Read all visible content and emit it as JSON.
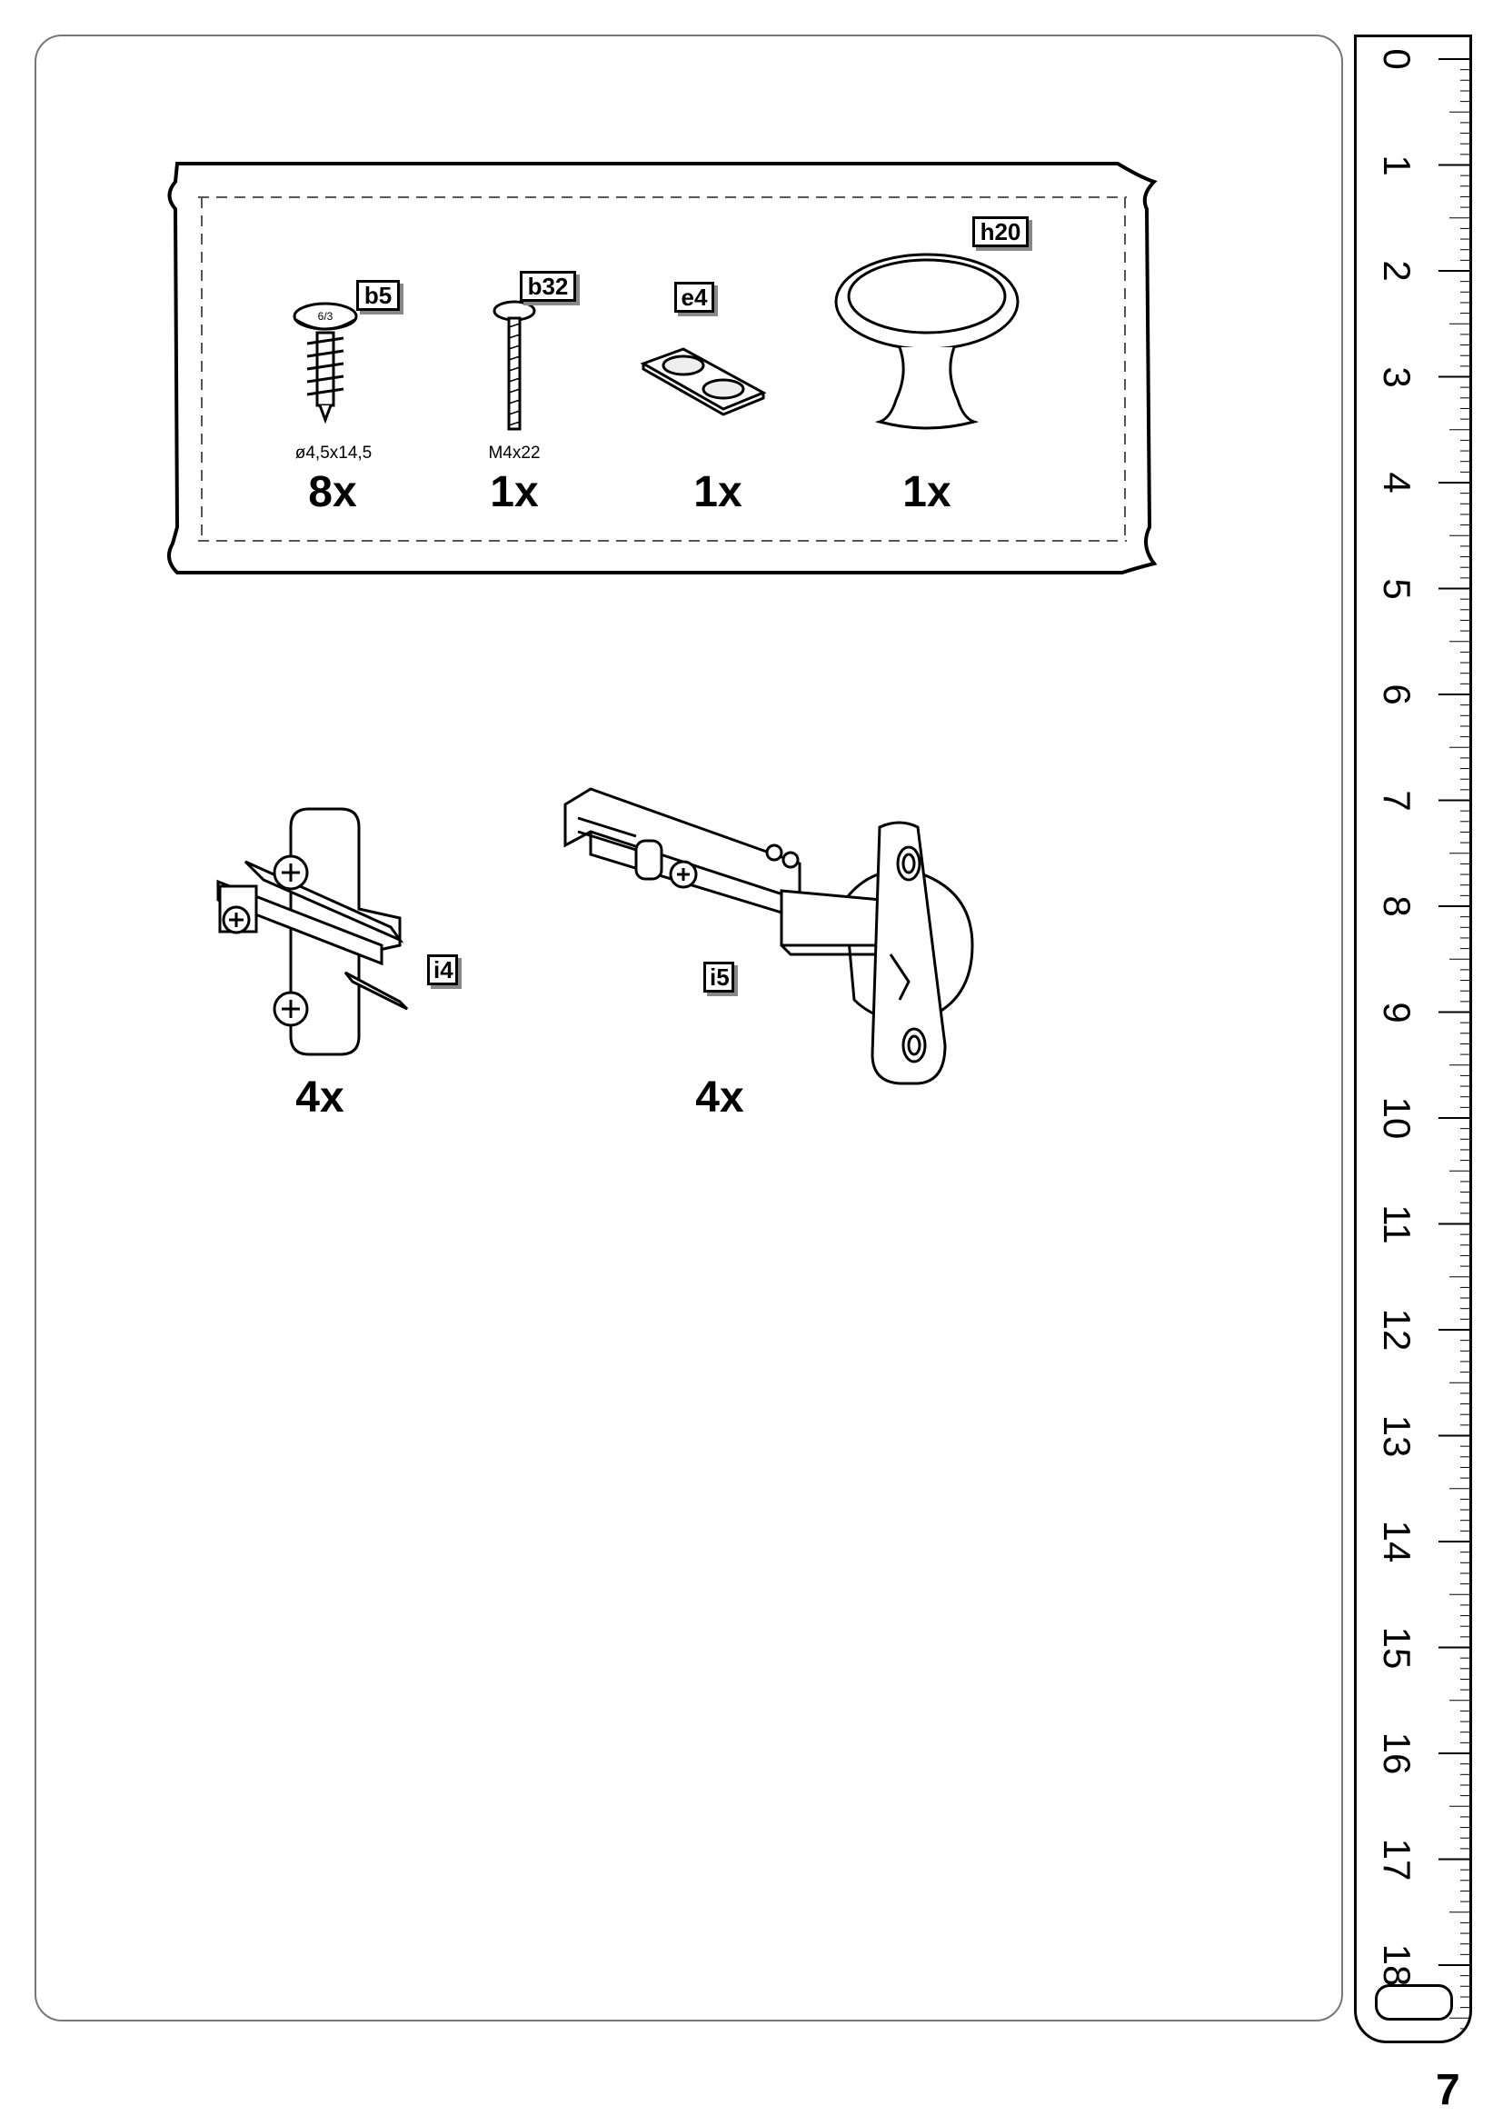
{
  "hardware_bag": {
    "parts": [
      {
        "code": "b5",
        "spec": "ø4,5x14,5",
        "qty": "8x"
      },
      {
        "code": "b32",
        "spec": "M4x22",
        "qty": "1x"
      },
      {
        "code": "e4",
        "spec": "",
        "qty": "1x"
      },
      {
        "code": "h20",
        "spec": "",
        "qty": "1x"
      }
    ]
  },
  "loose_parts": [
    {
      "code": "i4",
      "qty": "4x"
    },
    {
      "code": "i5",
      "qty": "4x"
    }
  ],
  "ruler": {
    "numbers": [
      "0",
      "1",
      "2",
      "3",
      "4",
      "5",
      "6",
      "7",
      "8",
      "9",
      "10",
      "11",
      "12",
      "13",
      "14",
      "15",
      "16",
      "17",
      "18"
    ]
  },
  "page_number": "7"
}
